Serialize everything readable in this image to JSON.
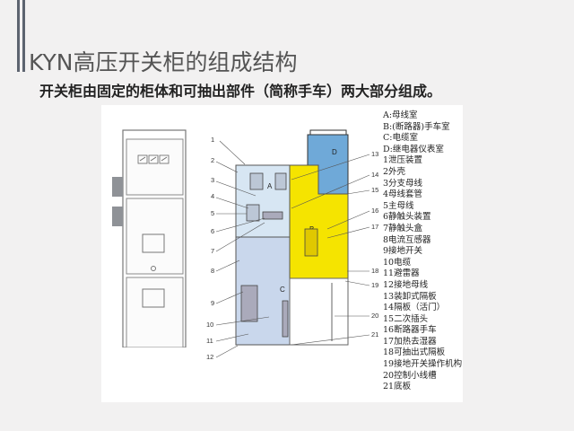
{
  "slide": {
    "title": "KYN高压开关柜的组成结构",
    "subtitle": "开关柜由固定的柜体和可抽出部件（简称手车）两大部分组成。",
    "accent_bar_color": "#5d6470"
  },
  "diagram": {
    "compartments": [
      {
        "id": "A",
        "color": "#d7e6f3"
      },
      {
        "id": "B",
        "color": "#f5e400"
      },
      {
        "id": "C",
        "color": "#c9d7ec"
      },
      {
        "id": "D",
        "color": "#6fa9d8"
      }
    ],
    "callout_numbers_left": [
      "1",
      "2",
      "3",
      "4",
      "5",
      "6",
      "7",
      "8",
      "9",
      "10",
      "11",
      "12"
    ],
    "callout_numbers_right": [
      "13",
      "14",
      "15",
      "16",
      "17",
      "18",
      "19",
      "20",
      "21"
    ],
    "legend": [
      "A:母线室",
      "B:(断路器)手车室",
      "C:电缆室",
      "D:继电器仪表室",
      "1泄压装置",
      "2外壳",
      "3分支母线",
      "4母线套管",
      "5主母线",
      "6静触头装置",
      "7静触头盒",
      "8电流互感器",
      "9接地开关",
      "10电缆",
      "11避雷器",
      "12接地母线",
      "13装卸式隔板",
      "14隔板（活门）",
      "15二次插头",
      "16断路器手车",
      "17加热去湿器",
      "18可抽出式隔板",
      "19接地开关操作机构",
      "20控制小线槽",
      "21底板"
    ]
  }
}
